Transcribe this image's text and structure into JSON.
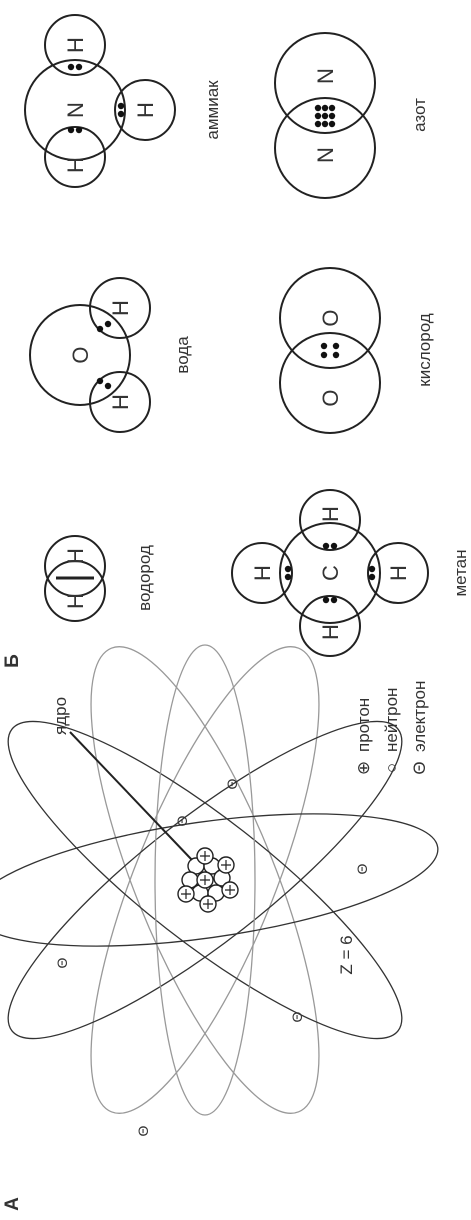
{
  "panel_a": {
    "letter": "А",
    "nucleus_label": "ядро",
    "z_label": "Z = 6",
    "electron_symbol": "Θ",
    "legend": [
      {
        "symbol": "⊕",
        "label": "протон"
      },
      {
        "symbol": "○",
        "label": "нейтрон"
      },
      {
        "symbol": "Θ",
        "label": "электрон"
      }
    ]
  },
  "panel_b": {
    "letter": "Б",
    "molecules": [
      {
        "caption": "водород",
        "atoms": [
          "H",
          "H"
        ]
      },
      {
        "caption": "вода",
        "atoms": [
          "O",
          "H",
          "H"
        ]
      },
      {
        "caption": "аммиак",
        "atoms": [
          "N",
          "H",
          "H",
          "H"
        ]
      },
      {
        "caption": "метан",
        "atoms": [
          "C",
          "H",
          "H",
          "H",
          "H"
        ]
      },
      {
        "caption": "кислород",
        "atoms": [
          "O",
          "O"
        ]
      },
      {
        "caption": "азот",
        "atoms": [
          "N",
          "N"
        ]
      }
    ]
  }
}
